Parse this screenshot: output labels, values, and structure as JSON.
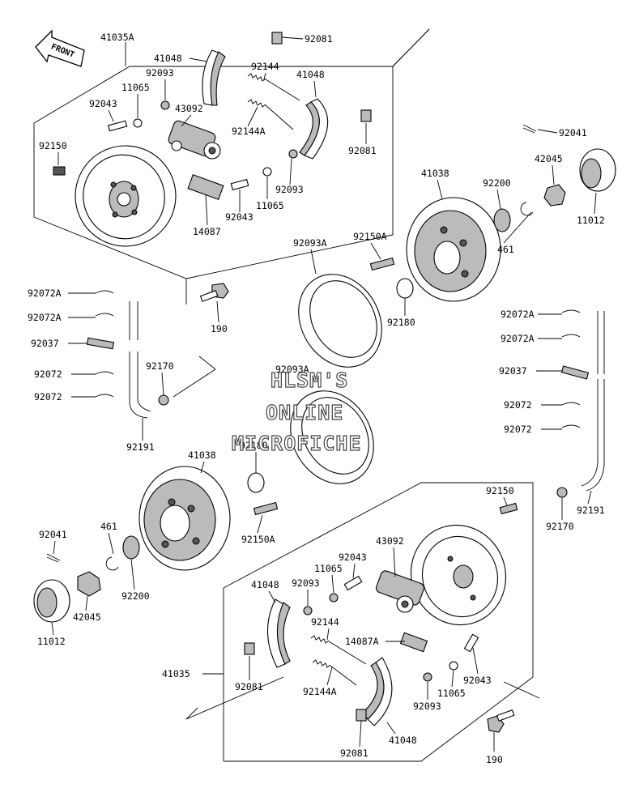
{
  "direction_badge": "FRONT",
  "watermark": [
    "HLSM'S",
    "ONLINE",
    "MICROFICHE"
  ],
  "labels": {
    "l41035A": "41035A",
    "l92081a": "92081",
    "l41048a": "41048",
    "l92144a": "92144",
    "l92093a": "92093",
    "l41048b": "41048",
    "l11065a": "11065",
    "l92043a": "92043",
    "l43092a": "43092",
    "l92150a": "92150",
    "l92144A_a": "92144A",
    "l92081b": "92081",
    "l92093b": "92093",
    "l92043b": "92043",
    "l11065b": "11065",
    "l14087": "14087",
    "l92041a": "92041",
    "l42045a": "42045",
    "l11012a": "11012",
    "l41038a": "41038",
    "l92200a": "92200",
    "l92093A_a": "92093A",
    "l92150A_a": "92150A",
    "l461a": "461",
    "l190a": "190",
    "l92180a": "92180",
    "l92072A_a": "92072A",
    "l92072A_b": "92072A",
    "l92037a": "92037",
    "l92072a": "92072",
    "l92072b": "92072",
    "l92170a": "92170",
    "l92191a": "92191",
    "l92093A_b": "92093A",
    "l92072A_c": "92072A",
    "l92072A_d": "92072A",
    "l92037b": "92037",
    "l92072c": "92072",
    "l92072d": "92072",
    "l41038b": "41038",
    "l92180b": "92180",
    "l92150A_b": "92150A",
    "l92041b": "92041",
    "l461b": "461",
    "l92200b": "92200",
    "l42045b": "42045",
    "l11012b": "11012",
    "l92150b": "92150",
    "l92191b": "92191",
    "l92170b": "92170",
    "l43092b": "43092",
    "l92043c": "92043",
    "l11065c": "11065",
    "l92093c": "92093",
    "l41048c": "41048",
    "l92144b": "92144",
    "l14087A": "14087A",
    "l41035": "41035",
    "l92081c": "92081",
    "l92144A_b": "92144A",
    "l92043d": "92043",
    "l11065d": "11065",
    "l92093d": "92093",
    "l41048d": "41048",
    "l92081d": "92081",
    "l190b": "190"
  }
}
